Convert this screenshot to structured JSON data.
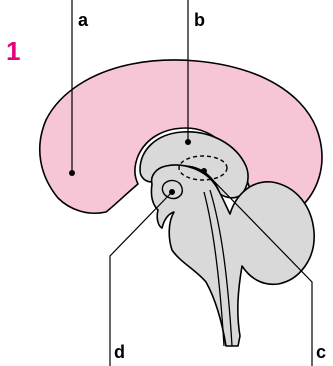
{
  "figure": {
    "number": "1",
    "number_color": "#e6007e"
  },
  "labels": {
    "a": "a",
    "b": "b",
    "c": "c",
    "d": "d"
  },
  "colors": {
    "cerebrum_fill": "#f7c6d6",
    "brainstem_fill": "#d9d9d9",
    "outline": "#000000",
    "background": "#ffffff"
  }
}
